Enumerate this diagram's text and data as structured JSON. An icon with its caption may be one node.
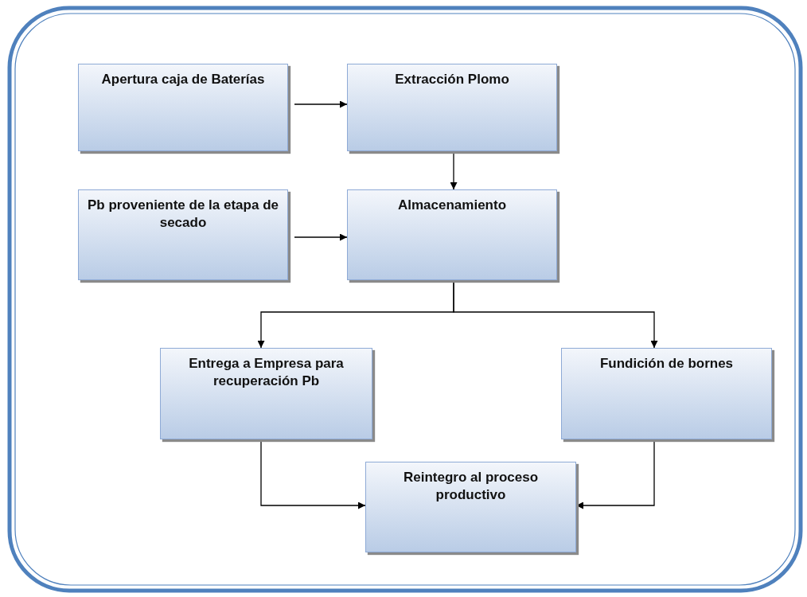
{
  "diagram": {
    "nodes": [
      {
        "text": [
          "Apertura caja de Baterías"
        ]
      },
      {
        "text": [
          "Extracción Plomo"
        ]
      },
      {
        "text": [
          "Pb proveniente de la etapa de secado"
        ]
      },
      {
        "text": [
          "Almacenamiento"
        ]
      },
      {
        "text": [
          "Entrega a Empresa para recuperación Pb"
        ]
      },
      {
        "text": [
          "Fundición de bornes"
        ]
      },
      {
        "text": [
          "Reintegro al proceso productivo"
        ]
      }
    ],
    "edges": [
      {
        "from": 0,
        "to": 1,
        "arrow": "to"
      },
      {
        "from": 1,
        "to": 3,
        "arrow": "to"
      },
      {
        "from": 2,
        "to": 3,
        "arrow": "to"
      },
      {
        "from": 3,
        "to": 4,
        "arrow": "to"
      },
      {
        "from": 3,
        "to": 5,
        "arrow": "to"
      },
      {
        "from": 4,
        "to": 6,
        "arrow": "to"
      },
      {
        "from": 5,
        "to": 6,
        "arrow": "to"
      }
    ]
  }
}
